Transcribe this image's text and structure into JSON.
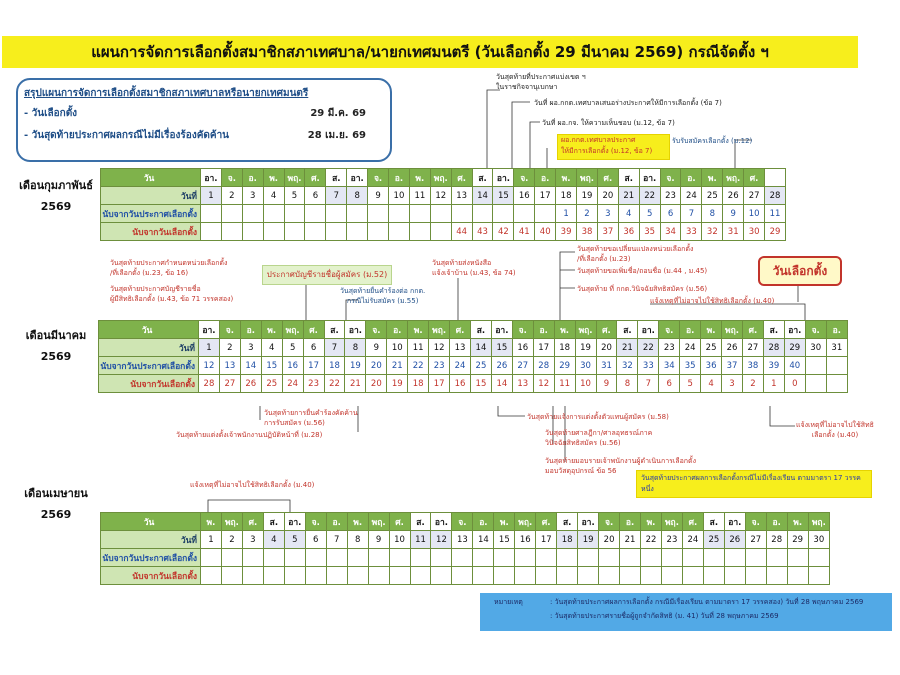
{
  "title": "แผนการจัดการเลือกตั้งสมาชิกสภาเทศบาล/นายกเทศมนตรี  (วันเลือกตั้ง 29 มีนาคม 2569) กรณีจัดตั้ง ฯ",
  "summary": {
    "heading": "สรุปแผนการจัดการเลือกตั้งสมาชิกสภาเทศบาลหรือนายกเทศมนตรี",
    "rows": [
      {
        "label": "- วันเลือกตั้ง",
        "value": "29 มี.ค. 69"
      },
      {
        "label": "- วันสุดท้ายประกาศผลกรณีไม่มีเรื่องร้องคัดค้าน",
        "value": "28 เม.ย. 69"
      }
    ]
  },
  "rowlabels": {
    "day": "วัน",
    "date": "วันที่",
    "count": "นับจากวันประกาศเลือกตั้ง",
    "remain": "นับจากวันเลือกตั้ง"
  },
  "months": [
    {
      "label": "เดือนกุมภาพันธ์",
      "year": "2569",
      "days": [
        "อา.",
        "จ.",
        "อ.",
        "พ.",
        "พฤ.",
        "ศ.",
        "ส.",
        "อา.",
        "จ.",
        "อ.",
        "พ.",
        "พฤ.",
        "ศ.",
        "ส.",
        "อา.",
        "จ.",
        "อ.",
        "พ.",
        "พฤ.",
        "ศ.",
        "ส.",
        "อา.",
        "จ.",
        "อ.",
        "พ.",
        "พฤ.",
        "ศ."
      ],
      "dates": [
        "1",
        "2",
        "3",
        "4",
        "5",
        "6",
        "7",
        "8",
        "9",
        "10",
        "11",
        "12",
        "13",
        "14",
        "15",
        "16",
        "17",
        "18",
        "19",
        "20",
        "21",
        "22",
        "23",
        "24",
        "25",
        "26",
        "27",
        "28"
      ],
      "weekend": [
        0,
        6,
        7,
        13,
        14,
        20,
        21,
        27
      ],
      "count": [
        "",
        "",
        "",
        "",
        "",
        "",
        "",
        "",
        "",
        "",
        "",
        "",
        "",
        "",
        "",
        "",
        "",
        "1",
        "2",
        "3",
        "4",
        "5",
        "6",
        "7",
        "8",
        "9",
        "10",
        "11"
      ],
      "remain": [
        "",
        "",
        "",
        "",
        "",
        "",
        "",
        "",
        "",
        "",
        "",
        "",
        "44",
        "43",
        "42",
        "41",
        "40",
        "39",
        "38",
        "37",
        "36",
        "35",
        "34",
        "33",
        "32",
        "31",
        "30",
        "29"
      ]
    },
    {
      "label": "เดือนมีนาคม",
      "year": "2569",
      "days": [
        "อา.",
        "จ.",
        "อ.",
        "พ.",
        "พฤ.",
        "ศ.",
        "ส.",
        "อา.",
        "จ.",
        "อ.",
        "พ.",
        "พฤ.",
        "ศ.",
        "ส.",
        "อา.",
        "จ.",
        "อ.",
        "พ.",
        "พฤ.",
        "ศ.",
        "ส.",
        "อา.",
        "จ.",
        "อ.",
        "พ.",
        "พฤ.",
        "ศ.",
        "ส.",
        "อา.",
        "จ.",
        "อ."
      ],
      "dates": [
        "1",
        "2",
        "3",
        "4",
        "5",
        "6",
        "7",
        "8",
        "9",
        "10",
        "11",
        "12",
        "13",
        "14",
        "15",
        "16",
        "17",
        "18",
        "19",
        "20",
        "21",
        "22",
        "23",
        "24",
        "25",
        "26",
        "27",
        "28",
        "29",
        "30",
        "31"
      ],
      "weekend": [
        0,
        6,
        7,
        13,
        14,
        20,
        21,
        27,
        28
      ],
      "count": [
        "12",
        "13",
        "14",
        "15",
        "16",
        "17",
        "18",
        "19",
        "20",
        "21",
        "22",
        "23",
        "24",
        "25",
        "26",
        "27",
        "28",
        "29",
        "30",
        "31",
        "32",
        "33",
        "34",
        "35",
        "36",
        "37",
        "38",
        "39",
        "40",
        "",
        ""
      ],
      "remain": [
        "28",
        "27",
        "26",
        "25",
        "24",
        "23",
        "22",
        "21",
        "20",
        "19",
        "18",
        "17",
        "16",
        "15",
        "14",
        "13",
        "12",
        "11",
        "10",
        "9",
        "8",
        "7",
        "6",
        "5",
        "4",
        "3",
        "2",
        "1",
        "0",
        "",
        ""
      ]
    },
    {
      "label": "เดือนเมษายน",
      "year": "2569",
      "days": [
        "พ.",
        "พฤ.",
        "ศ.",
        "ส.",
        "อา.",
        "จ.",
        "อ.",
        "พ.",
        "พฤ.",
        "ศ.",
        "ส.",
        "อา.",
        "จ.",
        "อ.",
        "พ.",
        "พฤ.",
        "ศ.",
        "ส.",
        "อา.",
        "จ.",
        "อ.",
        "พ.",
        "พฤ.",
        "ศ.",
        "ส.",
        "อา.",
        "จ.",
        "อ.",
        "พ.",
        "พฤ."
      ],
      "dates": [
        "1",
        "2",
        "3",
        "4",
        "5",
        "6",
        "7",
        "8",
        "9",
        "10",
        "11",
        "12",
        "13",
        "14",
        "15",
        "16",
        "17",
        "18",
        "19",
        "20",
        "21",
        "22",
        "23",
        "24",
        "25",
        "26",
        "27",
        "28",
        "29",
        "30"
      ],
      "weekend": [
        3,
        4,
        10,
        11,
        17,
        18,
        24,
        25
      ],
      "count": [
        "",
        "",
        "",
        "",
        "",
        "",
        "",
        "",
        "",
        "",
        "",
        "",
        "",
        "",
        "",
        "",
        "",
        "",
        "",
        "",
        "",
        "",
        "",
        "",
        "",
        "",
        "",
        "",
        "",
        ""
      ],
      "remain": [
        "",
        "",
        "",
        "",
        "",
        "",
        "",
        "",
        "",
        "",
        "",
        "",
        "",
        "",
        "",
        "",
        "",
        "",
        "",
        "",
        "",
        "",
        "",
        "",
        "",
        "",
        "",
        "",
        "",
        ""
      ]
    }
  ],
  "feb_annotations": {
    "a1": "วันสุดท้ายที่ประกาศแบ่งเขต ฯ",
    "a1b": "ในราชกิจจานุเบกษา",
    "a2": "วันที่ ผอ.กกต.เทศบาลเสนอร่างประกาศให้มีการเลือกตั้ง (ข้อ 7)",
    "a3": "วันที่ ผอ.กจ. ให้ความเห็นชอบ (ม.12, ข้อ 7)",
    "a4": "ผอ.กกต.เทศบาลประกาศ",
    "a4b": "ให้มีการเลือกตั้ง (ม.12, ข้อ 7)",
    "a5": "รับรับสมัครเลือกตั้ง (ม.12)"
  },
  "mar_annotations": {
    "m1": "วันสุดท้ายประกาศกำหนดหน่วยเลือกตั้ง",
    "m1b": "/ที่เลือกตั้ง (ม.23, ข้อ 16)",
    "m2": "วันสุดท้ายประกาศบัญชีรายชื่อ",
    "m2b": "ผู้มีสิทธิเลือกตั้ง (ม.43, ข้อ 71 วรรคสอง)",
    "m3": "ประกาศบัญชีรายชื่อผู้สมัคร (ม.52)",
    "m4": "วันสุดท้ายยื่นคำร้องต่อ กกต.",
    "m4b": "กรณีไม่รับสมัคร (ม.55)",
    "m5": "วันสุดท้ายส่งหนังสือ",
    "m5b": "แจ้งเจ้าบ้าน (ม.43, ข้อ 74)",
    "m6": "วันสุดท้ายขอเปลี่ยนแปลงหน่วยเลือกตั้ง",
    "m6b": "/ที่เลือกตั้ง (ม.23)",
    "m7": "วันสุดท้ายขอเพิ่มชื่อ/ถอนชื่อ (ม.44 , ม.45)",
    "m8": "วันสุดท้าย ที่ กกต.วินิจฉัยสิทธิสมัคร (ม.56)",
    "m9": "แจ้งเหตุที่ไม่อาจไปใช้สิทธิเลือกตั้ง (ม.40)",
    "election": "วันเลือกตั้ง",
    "m10": "วันสุดท้ายการยื่นคำร้องคัดค้าน",
    "m10b": "การรับสมัคร (ม.56)",
    "m11": "วันสุดท้ายแต่งตั้งเจ้าพนักงานปฏิบัติหน้าที่ (ม.28)",
    "m12": "วันสุดท้ายแจ้งการแต่งตั้งตัวแทนผู้สมัคร (ม.58)",
    "m13": "วันสุดท้ายศาลฎีกา/ศาลอุทธรณ์ภาค",
    "m13b": "วินิจฉัยสิทธิสมัคร (ม.56)",
    "m14": "วันสุดท้ายมอบรายเจ้าพนักงานผู้ดำเนินการเลือกตั้ง",
    "m14b": "มอบวัสดุอุปกรณ์ ข้อ 56",
    "m15": "แจ้งเหตุที่ไม่อาจไปใช้สิทธิ",
    "m15b": "เลือกตั้ง (ม.40)"
  },
  "apr_annotations": {
    "p1": "แจ้งเหตุที่ไม่อาจไปใช้สิทธิเลือกตั้ง (ม.40)",
    "p2": "วันสุดท้ายประกาศผลการเลือกตั้งกรณีไม่มีเรื่องเรียน ตามมาตรา 17 วรรคหนึ่ง"
  },
  "note": {
    "label": "หมายเหตุ",
    "line1": ": วันสุดท้ายประกาศผลการเลือกตั้ง กรณีมีเรื่องเรียน ตามมาตรา 17 วรรคสอง) วันที่ 28 พฤษภาคม 2569",
    "line2": ": วันสุดท้ายประกาศรายชื่อผู้ถูกจำกัดสิทธิ (ม. 41) วันที่ 28 พฤษภาคม 2569"
  }
}
